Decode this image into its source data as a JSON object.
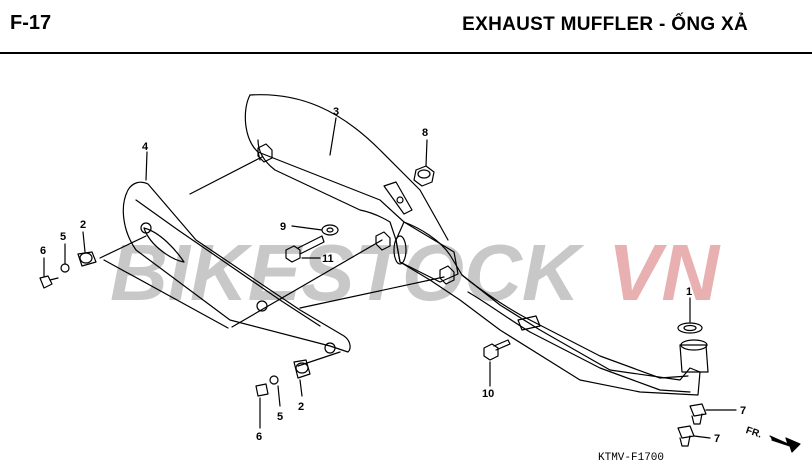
{
  "header": {
    "code": "F-17",
    "title": "EXHAUST MUFFLER - ỐNG XẢ"
  },
  "watermark": {
    "part1": "BIKESTOCK",
    "part2": "VN",
    "color1": "#c8c8c8",
    "color2": "#e8b0b0"
  },
  "callouts": {
    "c1": "1",
    "c2a": "2",
    "c2b": "2",
    "c3": "3",
    "c4": "4",
    "c5a": "5",
    "c5b": "5",
    "c6a": "6",
    "c6b": "6",
    "c7a": "7",
    "c7b": "7",
    "c8": "8",
    "c9": "9",
    "c10": "10",
    "c11": "11"
  },
  "diagram_code": "KTMV-F1700",
  "direction": "FR."
}
